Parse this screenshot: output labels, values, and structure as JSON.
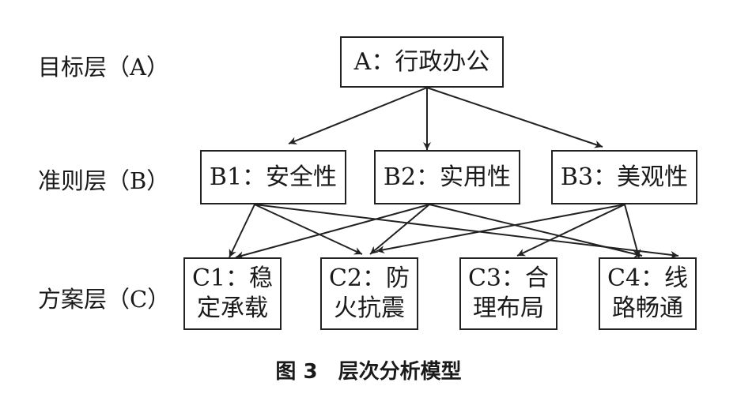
{
  "levels": {
    "a": "目标层（A）",
    "b": "准则层（B）",
    "c": "方案层（C）"
  },
  "nodes": {
    "a": "A：行政办公",
    "b1": "B1：安全性",
    "b2": "B2：实用性",
    "b3": "B3：美观性",
    "c1": "C1：稳\n定承载",
    "c2": "C2：防\n火抗震",
    "c3": "C3：合\n理布局",
    "c4": "C4：线\n路畅通"
  },
  "caption": "图 3　层次分析模型",
  "edges": [
    [
      "a",
      "b1"
    ],
    [
      "a",
      "b2"
    ],
    [
      "a",
      "b3"
    ],
    [
      "b1",
      "c1"
    ],
    [
      "b1",
      "c2"
    ],
    [
      "b1",
      "c4"
    ],
    [
      "b2",
      "c2"
    ],
    [
      "b2",
      "c1"
    ],
    [
      "b2",
      "c4"
    ],
    [
      "b3",
      "c2"
    ],
    [
      "b3",
      "c3"
    ],
    [
      "b3",
      "c4"
    ]
  ],
  "colors": {
    "line": "#222222",
    "border": "#222222"
  }
}
